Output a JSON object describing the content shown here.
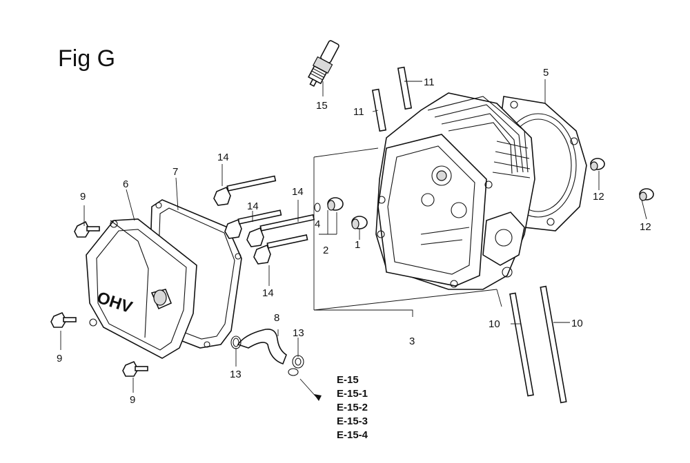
{
  "figure": {
    "title": "Fig G"
  },
  "callouts": {
    "c1": "1",
    "c2": "2",
    "c3": "3",
    "c4": "4",
    "c5": "5",
    "c6": "6",
    "c7": "7",
    "c8": "8",
    "c9a": "9",
    "c9b": "9",
    "c9c": "9",
    "c10a": "10",
    "c10b": "10",
    "c11a": "11",
    "c11b": "11",
    "c12a": "12",
    "c12b": "12",
    "c13a": "13",
    "c13b": "13",
    "c14a": "14",
    "c14b": "14",
    "c14c": "14",
    "c14d": "14",
    "c15": "15"
  },
  "cross_references": [
    "E-15",
    "E-15-1",
    "E-15-2",
    "E-15-3",
    "E-15-4"
  ],
  "cover_logo": "OHV"
}
